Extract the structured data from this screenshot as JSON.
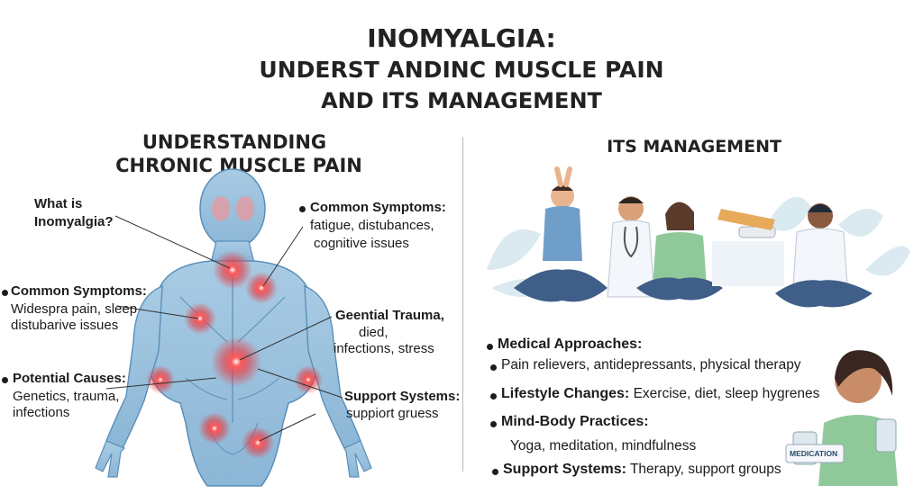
{
  "header": {
    "line1": "INOMYALGIA:",
    "line2": "UNDERST ANDINC MUSCLE PAIN",
    "line3": "AND ITS MANAGEMENT"
  },
  "left": {
    "title_line1": "UNDERSTANDING",
    "title_line2": "CHRONIC MUSCLE PAIN",
    "what_is_line1": "What is",
    "what_is_line2": "Inomyalgia?",
    "symptoms_top_title": "Common Symptoms:",
    "symptoms_top_line1": "fatigue, distubances,",
    "symptoms_top_line2": "cognitive issues",
    "symptoms_left_title": "Common Symptoms:",
    "symptoms_left_line1": "Widespra pain, sleep",
    "symptoms_left_line2": "distubarive issues",
    "trauma_title": "Geential Trauma,",
    "trauma_line1": "died,",
    "trauma_line2": "infections, stress",
    "causes_title": "Potential Causes:",
    "causes_line1": "Genetics, trauma,",
    "causes_line2": "infections",
    "support_title": "Support Systems:",
    "support_line1": "suppiort gruess"
  },
  "right": {
    "title": "ITS MANAGEMENT",
    "medical_title": "Medical Approaches:",
    "medical_text": "Pain relievers, antidepressants, physical therapy",
    "lifestyle_title": "Lifestyle Changes:",
    "lifestyle_text": "Exercise, diet, sleep hygrenes",
    "mindbody_title": "Mind-Body Practices:",
    "mindbody_text": "Yoga, meditation, mindfulness",
    "support_title": "Support Systems:",
    "support_text": "Therapy, support groups",
    "medication_label": "MEDICATION"
  },
  "colors": {
    "body_blue": "#9fc3de",
    "body_dark": "#5a8fb8",
    "pain_red": "#e8353a",
    "leaf_teal": "#cfe2ea",
    "shirt_green": "#8fc99a",
    "shirt_blue": "#6f9fc9"
  }
}
